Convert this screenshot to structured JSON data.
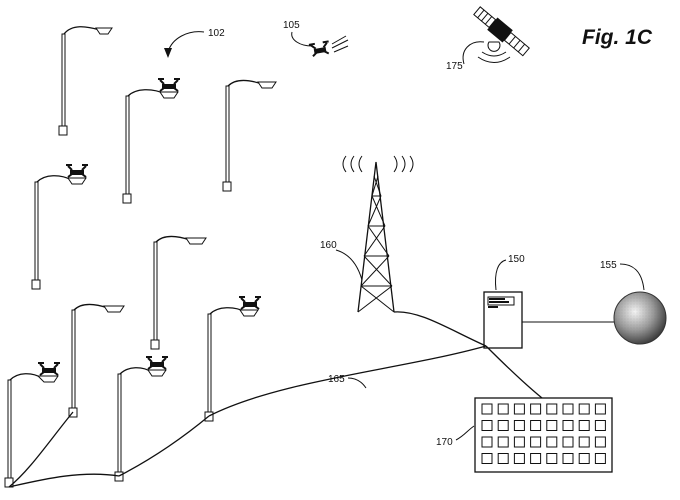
{
  "figure": {
    "title": "Fig. 1C",
    "labels": {
      "streetlights": "102",
      "drone": "105",
      "server": "150",
      "globe": "155",
      "tower": "160",
      "network_line": "165",
      "display_panel": "170",
      "satellite": "175"
    }
  }
}
